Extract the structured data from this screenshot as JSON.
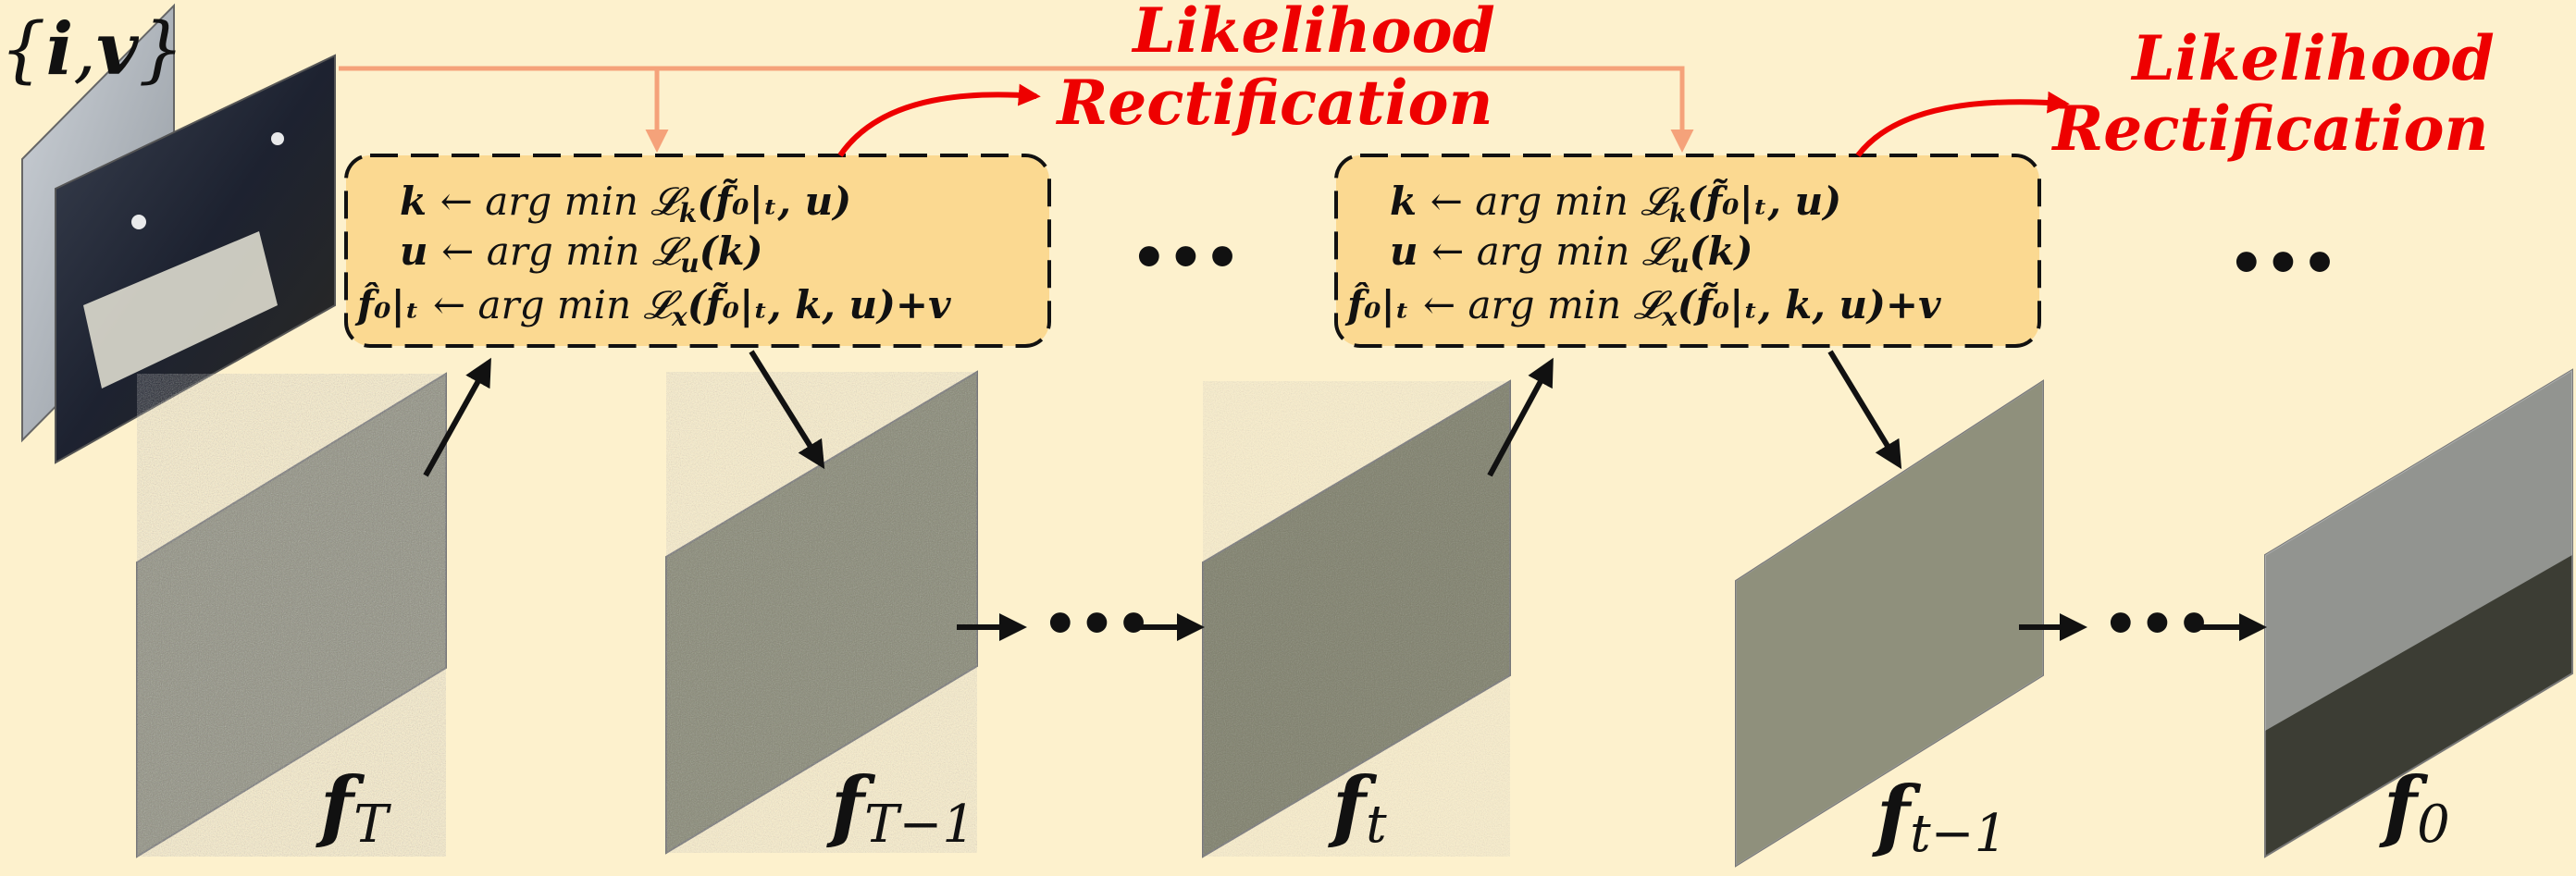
{
  "input": {
    "label_open": "{",
    "label_i": "i",
    "label_sep": ",",
    "label_v": "v",
    "label_close": "}"
  },
  "rectification_label": {
    "line1": "Likelihood",
    "line2": "Rectification"
  },
  "update_box": {
    "line1": {
      "lhs": "k",
      "op": "← arg min 𝓛",
      "sub": "k",
      "args": "(f̃₀|ₜ, u)"
    },
    "line2": {
      "lhs": "u",
      "op": "← arg min 𝓛",
      "sub": "u",
      "args": "(k)"
    },
    "line3": {
      "lhs": "f̂₀|ₜ",
      "op": "← arg min 𝓛",
      "sub": "x",
      "args": "(f̃₀|ₜ, k, u)+v"
    }
  },
  "ellipsis": "•••",
  "frames": [
    {
      "label": "f",
      "sub": "T"
    },
    {
      "label": "f",
      "sub": "T−1"
    },
    {
      "label": "f",
      "sub": "t"
    },
    {
      "label": "f",
      "sub": "t−1"
    },
    {
      "label": "f",
      "sub": "0"
    }
  ],
  "colors": {
    "background": "#fdf1cd",
    "box_fill": "#fbd991",
    "feed_arrow": "#f5a27a",
    "rect_arrow": "#ee0000",
    "text": "#111111"
  }
}
